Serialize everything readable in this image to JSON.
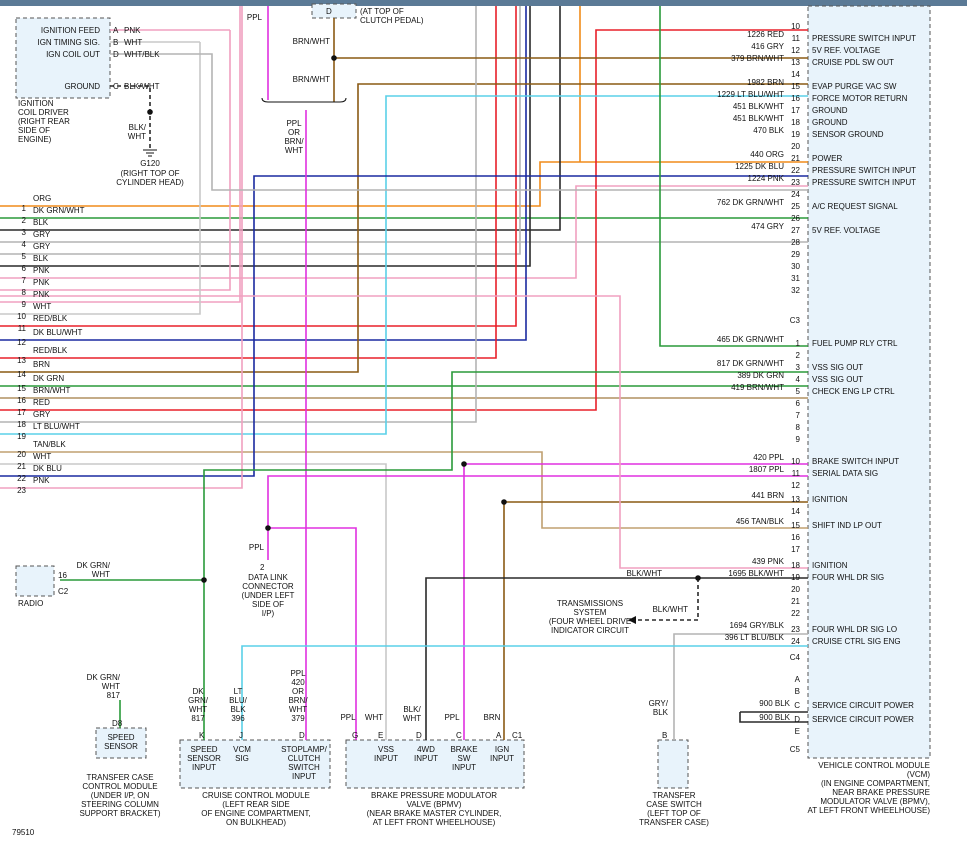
{
  "diagram_id": "79510",
  "ignition_coil": {
    "pins": [
      {
        "letter": "A",
        "color": "PNK",
        "label": "IGNITION FEED"
      },
      {
        "letter": "B",
        "color": "WHT",
        "label": "IGN TIMING SIG."
      },
      {
        "letter": "D",
        "color": "WHT/BLK",
        "label": "IGN COIL OUT"
      },
      {
        "letter": "C",
        "color": "BLK/WHT",
        "label": "GROUND"
      }
    ],
    "caption": [
      "IGNITION",
      "COIL DRIVER",
      "(RIGHT REAR",
      "SIDE OF",
      "ENGINE)"
    ],
    "ground_wire": [
      "BLK/",
      "WHT"
    ],
    "ground_name": "G120",
    "ground_caption": [
      "(RIGHT TOP OF",
      "CYLINDER HEAD)"
    ]
  },
  "clutch": {
    "pin": "D",
    "caption": [
      "(AT TOP OF",
      "CLUTCH PEDAL)"
    ],
    "wire_top": "PPL",
    "wire_mid": "BRN/WHT",
    "wire_low": "BRN/WHT",
    "splice_label": [
      "PPL",
      "OR",
      "BRN/",
      "WHT"
    ]
  },
  "left_connector": {
    "rows": [
      {
        "n": "1",
        "color": "ORG"
      },
      {
        "n": "2",
        "color": "DK GRN/WHT"
      },
      {
        "n": "3",
        "color": "BLK"
      },
      {
        "n": "4",
        "color": "GRY"
      },
      {
        "n": "5",
        "color": "GRY"
      },
      {
        "n": "6",
        "color": "BLK"
      },
      {
        "n": "7",
        "color": "PNK"
      },
      {
        "n": "8",
        "color": "PNK"
      },
      {
        "n": "9",
        "color": "PNK"
      },
      {
        "n": "10",
        "color": "WHT"
      },
      {
        "n": "11",
        "color": "RED/BLK"
      },
      {
        "n": "12",
        "color": "DK BLU/WHT"
      },
      {
        "n": "13",
        "color": "RED/BLK"
      },
      {
        "n": "14",
        "color": "BRN"
      },
      {
        "n": "15",
        "color": "DK GRN"
      },
      {
        "n": "16",
        "color": "BRN/WHT"
      },
      {
        "n": "17",
        "color": "RED"
      },
      {
        "n": "18",
        "color": "GRY"
      },
      {
        "n": "19",
        "color": "LT BLU/WHT"
      },
      {
        "n": "20",
        "color": "TAN/BLK"
      },
      {
        "n": "21",
        "color": "WHT"
      },
      {
        "n": "22",
        "color": "DK BLU"
      },
      {
        "n": "23",
        "color": "PNK"
      }
    ]
  },
  "vcm": {
    "c2": [
      {
        "pin": "10",
        "circuit": "",
        "color": "",
        "label": ""
      },
      {
        "pin": "11",
        "circuit": "1226",
        "color": "RED",
        "label": "PRESSURE SWITCH INPUT"
      },
      {
        "pin": "12",
        "circuit": "416",
        "color": "GRY",
        "label": "5V REF. VOLTAGE"
      },
      {
        "pin": "13",
        "circuit": "379",
        "color": "BRN/WHT",
        "label": "CRUISE PDL SW OUT"
      },
      {
        "pin": "14",
        "circuit": "",
        "color": "",
        "label": ""
      },
      {
        "pin": "15",
        "circuit": "1982",
        "color": "BRN",
        "label": "EVAP PURGE VAC SW"
      },
      {
        "pin": "16",
        "circuit": "1229",
        "color": "LT BLU/WHT",
        "label": "FORCE MOTOR RETURN"
      },
      {
        "pin": "17",
        "circuit": "451",
        "color": "BLK/WHT",
        "label": "GROUND"
      },
      {
        "pin": "18",
        "circuit": "451",
        "color": "BLK/WHT",
        "label": "GROUND"
      },
      {
        "pin": "19",
        "circuit": "470",
        "color": "BLK",
        "label": "SENSOR GROUND"
      },
      {
        "pin": "20",
        "circuit": "",
        "color": "",
        "label": ""
      },
      {
        "pin": "21",
        "circuit": "440",
        "color": "ORG",
        "label": "POWER"
      },
      {
        "pin": "22",
        "circuit": "1225",
        "color": "DK BLU",
        "label": "PRESSURE SWITCH INPUT"
      },
      {
        "pin": "23",
        "circuit": "1224",
        "color": "PNK",
        "label": "PRESSURE SWITCH INPUT"
      },
      {
        "pin": "24",
        "circuit": "",
        "color": "",
        "label": ""
      },
      {
        "pin": "25",
        "circuit": "762",
        "color": "DK GRN/WHT",
        "label": "A/C REQUEST SIGNAL"
      },
      {
        "pin": "26",
        "circuit": "",
        "color": "",
        "label": ""
      },
      {
        "pin": "27",
        "circuit": "474",
        "color": "GRY",
        "label": "5V REF. VOLTAGE"
      },
      {
        "pin": "28",
        "circuit": "",
        "color": "",
        "label": ""
      },
      {
        "pin": "29",
        "circuit": "",
        "color": "",
        "label": ""
      },
      {
        "pin": "30",
        "circuit": "",
        "color": "",
        "label": ""
      },
      {
        "pin": "31",
        "circuit": "",
        "color": "",
        "label": ""
      },
      {
        "pin": "32",
        "circuit": "",
        "color": "",
        "label": ""
      }
    ],
    "c3_label": "C3",
    "c4": [
      {
        "pin": "1",
        "circuit": "465",
        "color": "DK GRN/WHT",
        "label": "FUEL PUMP RLY CTRL"
      },
      {
        "pin": "2",
        "circuit": "",
        "color": "",
        "label": ""
      },
      {
        "pin": "3",
        "circuit": "817",
        "color": "DK GRN/WHT",
        "label": "VSS SIG OUT"
      },
      {
        "pin": "4",
        "circuit": "389",
        "color": "DK GRN",
        "label": "VSS SIG OUT"
      },
      {
        "pin": "5",
        "circuit": "419",
        "color": "BRN/WHT",
        "label": "CHECK ENG LP CTRL"
      },
      {
        "pin": "6",
        "circuit": "",
        "color": "",
        "label": ""
      },
      {
        "pin": "7",
        "circuit": "",
        "color": "",
        "label": ""
      },
      {
        "pin": "8",
        "circuit": "",
        "color": "",
        "label": ""
      },
      {
        "pin": "9",
        "circuit": "",
        "color": "",
        "label": ""
      },
      {
        "pin": "10",
        "circuit": "420",
        "color": "PPL",
        "label": "BRAKE SWITCH INPUT"
      },
      {
        "pin": "11",
        "circuit": "1807",
        "color": "PPL",
        "label": "SERIAL DATA SIG"
      },
      {
        "pin": "12",
        "circuit": "",
        "color": "",
        "label": ""
      },
      {
        "pin": "13",
        "circuit": "441",
        "color": "BRN",
        "label": "IGNITION"
      },
      {
        "pin": "14",
        "circuit": "",
        "color": "",
        "label": ""
      },
      {
        "pin": "15",
        "circuit": "456",
        "color": "TAN/BLK",
        "label": "SHIFT IND LP OUT"
      },
      {
        "pin": "16",
        "circuit": "",
        "color": "",
        "label": ""
      },
      {
        "pin": "17",
        "circuit": "",
        "color": "",
        "label": ""
      },
      {
        "pin": "18",
        "circuit": "439",
        "color": "PNK",
        "label": "IGNITION"
      },
      {
        "pin": "19",
        "circuit": "1695",
        "color": "BLK/WHT",
        "label": "FOUR WHL DR SIG"
      },
      {
        "pin": "20",
        "circuit": "",
        "color": "",
        "label": ""
      },
      {
        "pin": "21",
        "circuit": "",
        "color": "",
        "label": ""
      },
      {
        "pin": "22",
        "circuit": "",
        "color": "",
        "label": ""
      },
      {
        "pin": "23",
        "circuit": "1694",
        "color": "GRY/BLK",
        "label": "FOUR WHL DR SIG LO"
      },
      {
        "pin": "24",
        "circuit": "396",
        "color": "LT BLU/BLK",
        "label": "CRUISE CTRL SIG ENG"
      }
    ],
    "c4_label": "C4",
    "c5": [
      {
        "pin": "A",
        "circuit": "",
        "color": "",
        "label": ""
      },
      {
        "pin": "B",
        "circuit": "",
        "color": "",
        "label": ""
      },
      {
        "pin": "C",
        "circuit": "900",
        "color": "BLK",
        "label": "SERVICE CIRCUIT POWER"
      },
      {
        "pin": "D",
        "circuit": "900",
        "color": "BLK",
        "label": "SERVICE CIRCUIT POWER"
      },
      {
        "pin": "E",
        "circuit": "",
        "color": "",
        "label": ""
      }
    ],
    "c5_label": "C5",
    "caption": [
      "VEHICLE CONTROL MODULE",
      "(VCM)",
      "(IN ENGINE COMPARTMENT,",
      "NEAR BRAKE PRESSURE",
      "MODULATOR VALVE (BPMV),",
      "AT LEFT FRONT WHEELHOUSE)"
    ]
  },
  "radio": {
    "pin": "16",
    "connector": "C2",
    "label": "RADIO",
    "wire": [
      "DK GRN/",
      "WHT"
    ]
  },
  "data_link": {
    "wire": "PPL",
    "pin": "2",
    "caption": [
      "DATA LINK",
      "CONNECTOR",
      "(UNDER LEFT",
      "SIDE OF",
      "I/P)"
    ]
  },
  "transmission": {
    "caption": [
      "TRANSMISSIONS",
      "SYSTEM",
      "(FOUR WHEEL DRIVE",
      "INDICATOR CIRCUIT"
    ],
    "wire": "BLK/WHT",
    "wire_top": "BLK/WHT"
  },
  "speed_sensor": {
    "wire": [
      "DK GRN/",
      "WHT",
      "817"
    ],
    "pin": "D8",
    "label": [
      "SPEED",
      "SENSOR"
    ],
    "caption": [
      "TRANSFER CASE",
      "CONTROL MODULE",
      "(UNDER I/P, ON",
      "STEERING COLUMN",
      "SUPPORT BRACKET)"
    ]
  },
  "cruise": {
    "wires": [
      {
        "lines": [
          "DK",
          "GRN/",
          "WHT",
          "817"
        ],
        "pin": "K"
      },
      {
        "lines": [
          "LT",
          "BLU/",
          "BLK",
          "396"
        ],
        "pin": "J"
      },
      {
        "lines": [
          "PPL",
          "420",
          "OR",
          "BRN/",
          "WHT",
          "379"
        ],
        "pin": "D"
      }
    ],
    "inputs": [
      [
        "SPEED",
        "SENSOR",
        "INPUT"
      ],
      [
        "VCM",
        "SIG"
      ],
      [
        "STOPLAMP/",
        "CLUTCH",
        "SWITCH",
        "INPUT"
      ]
    ],
    "caption": [
      "CRUISE CONTROL MODULE",
      "(LEFT REAR SIDE",
      "OF ENGINE COMPARTMENT,",
      "ON BULKHEAD)"
    ]
  },
  "bpmv": {
    "wires": [
      {
        "lines": [
          "PPL"
        ],
        "pin": "G"
      },
      {
        "lines": [
          "WHT"
        ],
        "pin": "E"
      },
      {
        "lines": [
          "BLK/",
          "WHT"
        ],
        "pin": "D"
      },
      {
        "lines": [
          "PPL"
        ],
        "pin": "C"
      },
      {
        "lines": [
          "BRN"
        ],
        "pin": "A"
      }
    ],
    "connector": "C1",
    "inputs": [
      [
        "VSS",
        "INPUT"
      ],
      [
        "4WD",
        "INPUT"
      ],
      [
        "BRAKE",
        "SW",
        "INPUT"
      ],
      [
        "IGN",
        "INPUT"
      ]
    ],
    "caption": [
      "BRAKE PRESSURE MODULATOR",
      "VALVE (BPMV)",
      "(NEAR BRAKE MASTER CYLINDER,",
      "AT LEFT FRONT WHEELHOUSE)"
    ]
  },
  "transfer_switch": {
    "wire": [
      "GRY/",
      "BLK"
    ],
    "pin": "B",
    "caption": [
      "TRANSFER",
      "CASE SWITCH",
      "(LEFT TOP OF",
      "TRANSFER CASE)"
    ]
  },
  "colors": {
    "header": "#5b7a96",
    "box_fill": "#e8f3fb",
    "ORG": "#f08c1a",
    "PNK": "#f0a0c0",
    "RED": "#e8202a",
    "PPL": "#e030e0",
    "GRY": "#b4b4b4",
    "BLK": "#2a2a2a",
    "BRN": "#8a5a14",
    "GRN": "#2a9a3a",
    "DKBLU": "#1a2aa0",
    "LTBLU": "#5ad0e8",
    "TAN": "#c0a070"
  }
}
